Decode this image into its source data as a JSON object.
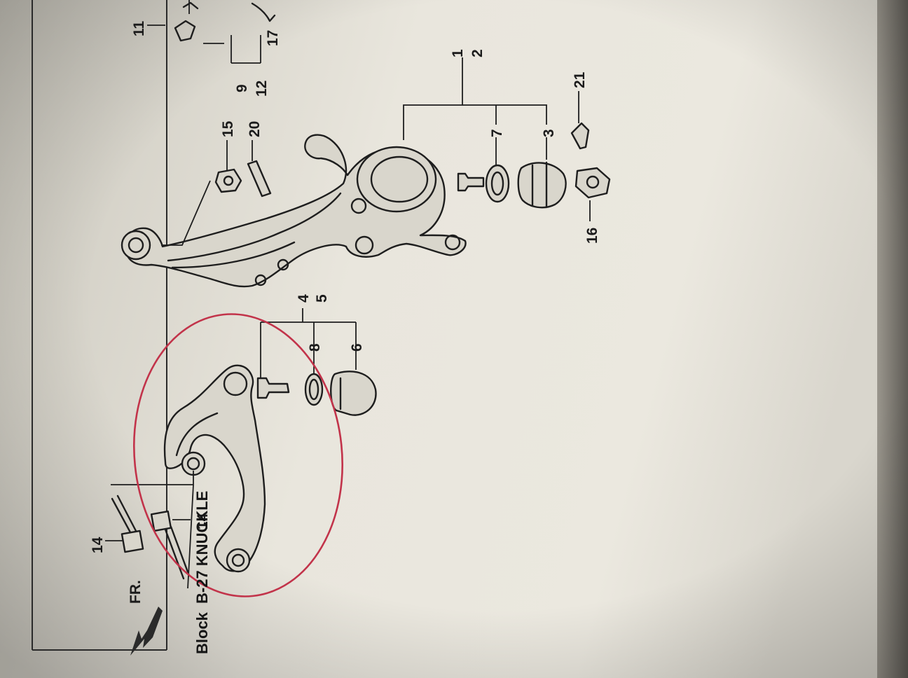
{
  "block_prefix": "Block",
  "block_title": "B-27 KNUCKLE",
  "front_indicator": "FR.",
  "colors": {
    "highlight_circle": "#c2334a",
    "line_art": "#1e1e1e",
    "paper": "#e6e3da"
  },
  "part_numbers": {
    "knuckle_1": "1",
    "knuckle_2": "2",
    "boot_3": "3",
    "arm_4": "4",
    "arm_5": "5",
    "boot_6": "6",
    "clip_7": "7",
    "clip_8": "8",
    "top_9": "9",
    "top_11": "11",
    "top_12": "12",
    "top_17": "17",
    "nut_15": "15",
    "nut_16": "16",
    "pin_20": "20",
    "pin_21": "21",
    "bolt_14a": "14",
    "bolt_14b": "14"
  }
}
